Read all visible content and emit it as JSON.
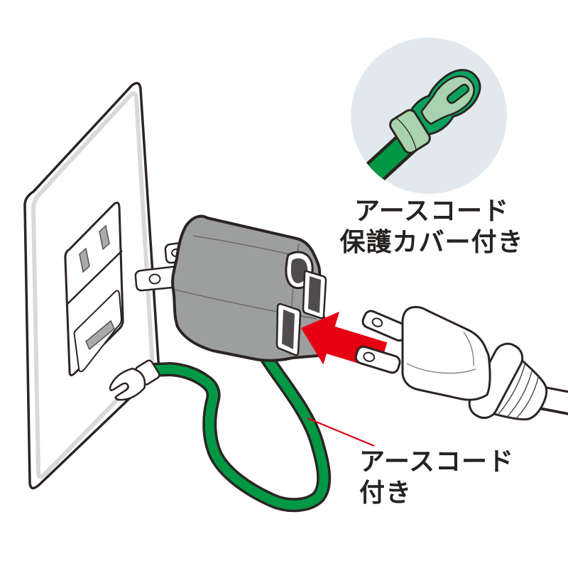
{
  "illustration": {
    "inset_caption": {
      "line1": "アースコード",
      "line2": "保護カバー付き"
    },
    "cord_caption": {
      "line1": "アースコード",
      "line2": "付き"
    }
  },
  "colors": {
    "cord_green": "#009844",
    "terminal_green": "#0aa15f",
    "cover_green": "#a8d3ae",
    "adapter_gray": "#9d9e9e",
    "slot_dark": "#4f4c4b",
    "arrow_red": "#e60012",
    "leader_red": "#e60012",
    "inset_bg": "#e2e9ee",
    "outline_ink": "#2b2422",
    "text_ink": "#262220",
    "plate_band_gray": "#d9d9d9",
    "outlet_slot_gray": "#a9aaab"
  }
}
